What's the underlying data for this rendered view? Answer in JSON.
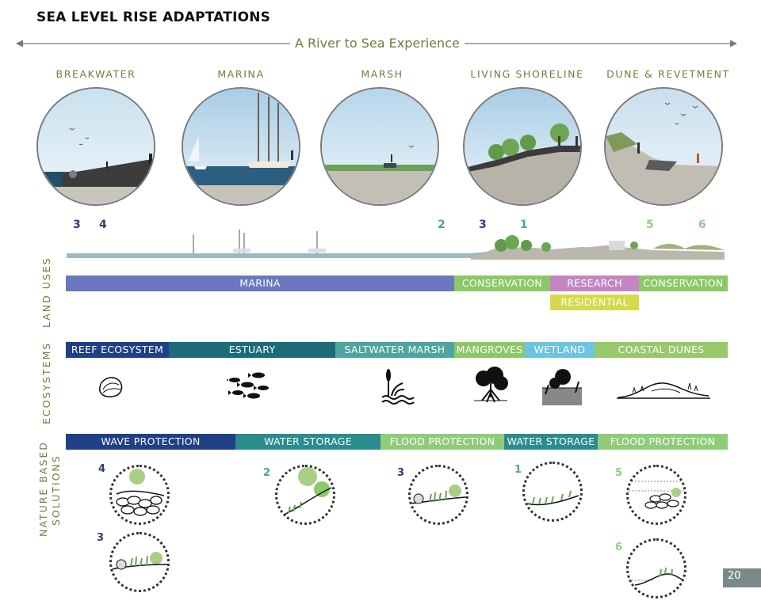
{
  "title": "SEA LEVEL RISE ADAPTATIONS",
  "subtitle": "A River to Sea Experience",
  "categories": [
    "BREAKWATER",
    "MARINA",
    "MARSH",
    "LIVING SHORELINE",
    "DUNE & REVETMENT"
  ],
  "section_numbers": [
    "3",
    "4",
    "2",
    "3",
    "1",
    "5",
    "6"
  ],
  "side_labels": {
    "land_uses": "LAND USES",
    "ecosystems": "ECOSYSTEMS",
    "nbs_line1": "NATURE BASED",
    "nbs_line2": "SOLUTIONS"
  },
  "land_uses": [
    "MARINA",
    "CONSERVATION",
    "RESEARCH",
    "CONSERVATION",
    "RESIDENTIAL"
  ],
  "ecosystems": [
    "REEF ECOSYSTEM",
    "ESTUARY",
    "SALTWATER MARSH",
    "MANGROVES",
    "WETLAND",
    "COASTAL DUNES"
  ],
  "solutions_bars": [
    "WAVE PROTECTION",
    "WATER STORAGE",
    "FLOOD PROTECTION",
    "WATER STORAGE",
    "FLOOD PROTECTION"
  ],
  "solution_numbers": [
    "4",
    "3",
    "2",
    "3",
    "1",
    "5",
    "6"
  ],
  "page_number": "20",
  "colors": {
    "marina": "#6b78bf",
    "conservation": "#8bc867",
    "research": "#c486c3",
    "residential": "#d6d94b",
    "reef": "#1f3f86",
    "estuary": "#1b6b78",
    "saltmarsh": "#4da69d",
    "mangroves": "#8bc867",
    "wetland": "#6cc4df",
    "dunes": "#97c96a",
    "wave": "#1f3f86",
    "storage": "#2a8c8c",
    "flood": "#8fcc7a",
    "num_dark": "#2b3f78",
    "num_teal": "#4aa39a",
    "num_light": "#8dcf86",
    "accent_text": "#6f7d3e"
  }
}
